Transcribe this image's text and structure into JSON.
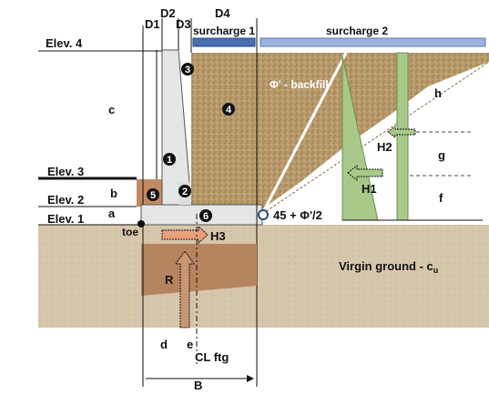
{
  "diagram": {
    "dimension_labels": {
      "d1": "D1",
      "d2": "D2",
      "d3": "D3",
      "d4": "D4",
      "b_width": "B",
      "d": "d",
      "e": "e"
    },
    "surcharges": {
      "s1": "surcharge 1",
      "s2": "surcharge 2"
    },
    "elevations": {
      "e4": "Elev. 4",
      "e3": "Elev. 3",
      "e2": "Elev. 2",
      "e1": "Elev. 1"
    },
    "heights": {
      "a": "a",
      "b": "b",
      "c": "c",
      "f": "f",
      "g": "g",
      "h": "h"
    },
    "forces": {
      "h1": "H1",
      "h2": "H2",
      "h3": "H3",
      "r": "R"
    },
    "regions": {
      "r1": "1",
      "r2": "2",
      "r3": "3",
      "r4": "4",
      "r5": "5",
      "r6": "6"
    },
    "annotations": {
      "backfill": "Φ' - backfill",
      "angle": "45 + Φ'/2",
      "virgin_prefix": "Virgin ground - c",
      "virgin_sub": "u",
      "toe": "toe",
      "cl": "CL ftg"
    },
    "colors": {
      "backfill": "#b79a6a",
      "ground": "#d4c4a8",
      "concrete": "#e6e6e6",
      "surcharge_1": "#4a6fb0",
      "surcharge_2": "#9ab3de",
      "pressure": "#a8c98a",
      "bearing": "#b5845f"
    }
  }
}
